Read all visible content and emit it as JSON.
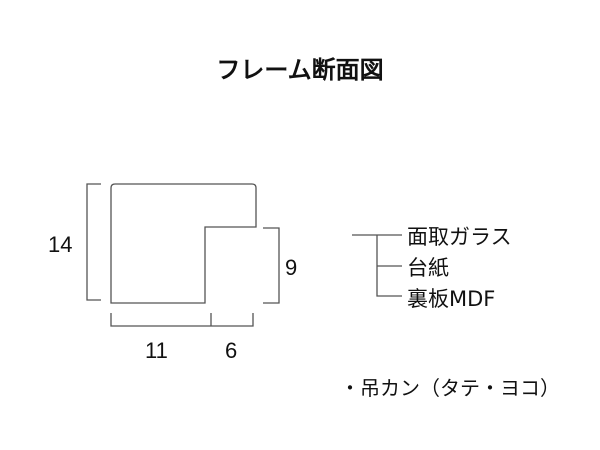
{
  "title": "フレーム断面図",
  "dimensions": {
    "height_total": "14",
    "height_inner": "9",
    "width_main": "11",
    "width_rabbet": "6"
  },
  "legend": [
    "面取ガラス",
    "台紙",
    "裏板MDF"
  ],
  "note": "・吊カン（タテ・ヨコ）",
  "colors": {
    "line": "#555555",
    "text": "#111111"
  }
}
